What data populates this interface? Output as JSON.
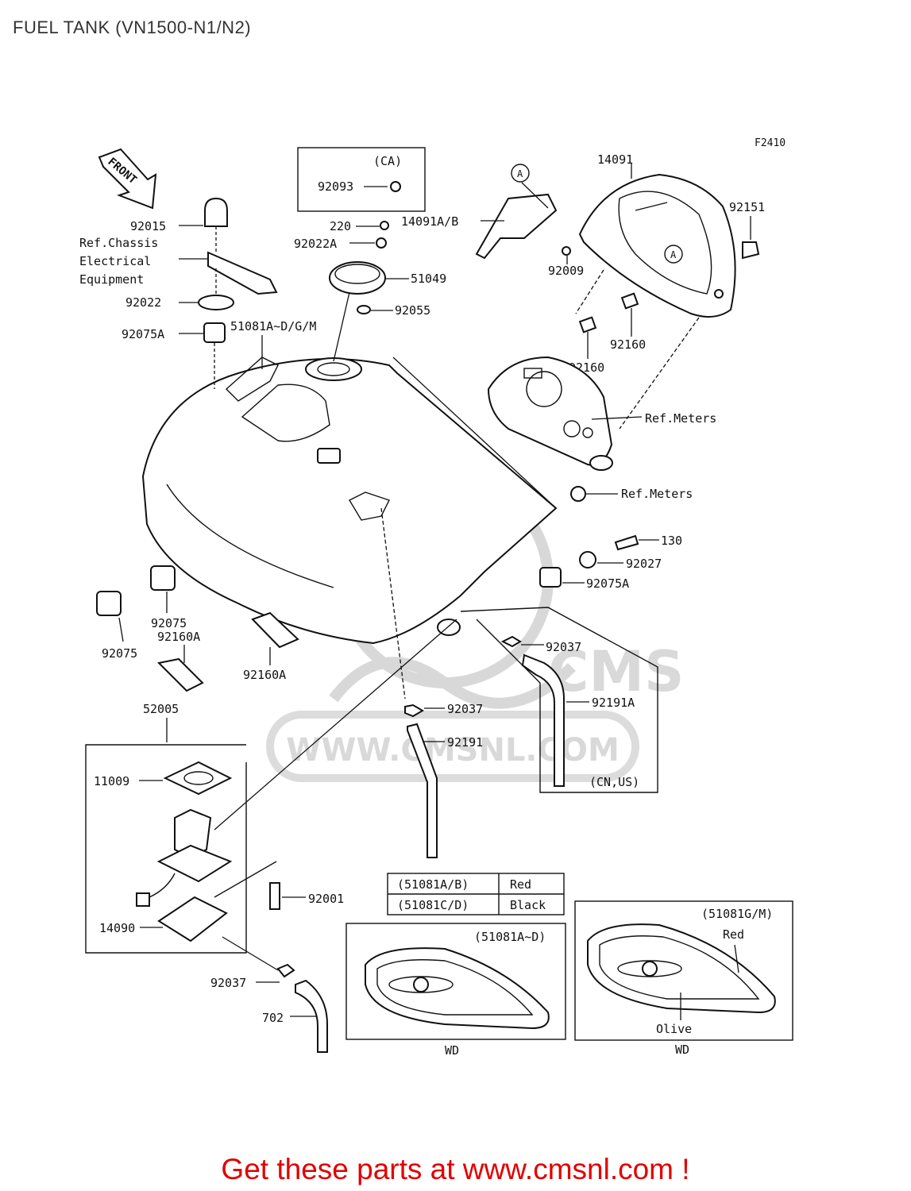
{
  "title": "FUEL TANK (VN1500-N1/N2)",
  "figure_code": "F2410",
  "front_label": "FRONT",
  "watermark": {
    "site": "WWW.CMSNL.COM",
    "logo": "CMS"
  },
  "labels": {
    "p92015": "92015",
    "ref_chassis": "Ref.Chassis",
    "electrical": "Electrical",
    "equipment": "Equipment",
    "p92022": "92022",
    "p92075A_top": "92075A",
    "p51081": "51081A~D/G/M",
    "ca": "(CA)",
    "p92093": "92093",
    "p220": "220",
    "p92022A": "92022A",
    "p51049": "51049",
    "p92055": "92055",
    "p14091AB": "14091A/B",
    "p92009": "92009",
    "p14091": "14091",
    "p92151": "92151",
    "p92160_a": "92160",
    "p92160_b": "92160",
    "ref_meters_1": "Ref.Meters",
    "ref_meters_2": "Ref.Meters",
    "p130": "130",
    "p92027": "92027",
    "p92075A_right": "92075A",
    "p92037_right": "92037",
    "p92191A": "92191A",
    "cn_us": "(CN,US)",
    "p92075_a": "92075",
    "p92075_b": "92075",
    "p92160A_a": "92160A",
    "p92160A_b": "92160A",
    "p52005": "52005",
    "p92037_mid": "92037",
    "p92191": "92191",
    "p11009": "11009",
    "p92001": "92001",
    "p14090": "14090",
    "p92037_bot": "92037",
    "p702": "702",
    "circle_a": "A"
  },
  "color_table": [
    {
      "code": "(51081A/B)",
      "color": "Red"
    },
    {
      "code": "(51081C/D)",
      "color": "Black"
    }
  ],
  "decal_left": {
    "label": "(51081A~D)",
    "caption": "WD"
  },
  "decal_right": {
    "label": "(51081G/M)",
    "color_top": "Red",
    "color_bottom": "Olive",
    "caption": "WD"
  },
  "footer": "Get these parts at www.cmsnl.com !"
}
